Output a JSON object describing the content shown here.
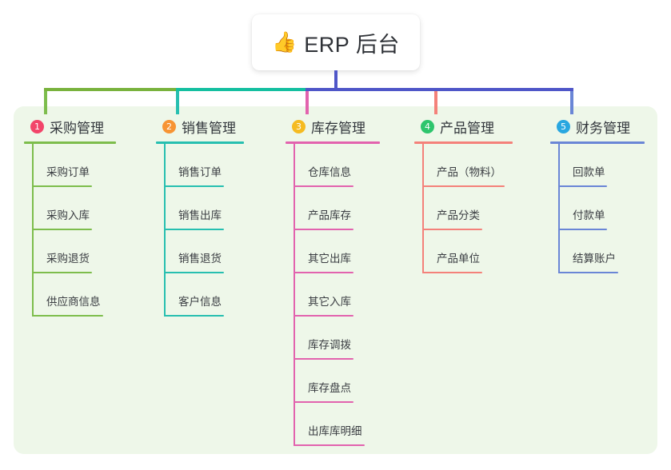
{
  "root": {
    "emoji": "👍",
    "emoji_name": "thumbs-up-icon",
    "title": "ERP 后台"
  },
  "colors": {
    "panel_background": "#eef7e9",
    "root_stem": "#4f56c8",
    "bar_green": "#79b23d",
    "bar_teal": "#14bfa0",
    "bar_blue": "#4f56c8"
  },
  "columns": [
    {
      "number": "1",
      "title": "采购管理",
      "badge_color": "#f2456a",
      "line_color": "#7dbd4c",
      "items": [
        {
          "label": "采购订单"
        },
        {
          "label": "采购入库"
        },
        {
          "label": "采购退货"
        },
        {
          "label": "供应商信息"
        }
      ]
    },
    {
      "number": "2",
      "title": "销售管理",
      "badge_color": "#f79434",
      "line_color": "#27bfb0",
      "items": [
        {
          "label": "销售订单"
        },
        {
          "label": "销售出库"
        },
        {
          "label": "销售退货"
        },
        {
          "label": "客户信息"
        }
      ]
    },
    {
      "number": "3",
      "title": "库存管理",
      "badge_color": "#f5bb21",
      "line_color": "#e263ae",
      "items": [
        {
          "label": "仓库信息"
        },
        {
          "label": "产品库存"
        },
        {
          "label": "其它出库"
        },
        {
          "label": "其它入库"
        },
        {
          "label": "库存调拨"
        },
        {
          "label": "库存盘点"
        },
        {
          "label": "出库库明细"
        }
      ]
    },
    {
      "number": "4",
      "title": "产品管理",
      "badge_color": "#2ec56d",
      "line_color": "#f4817a",
      "items": [
        {
          "label": "产品（物料）"
        },
        {
          "label": "产品分类"
        },
        {
          "label": "产品单位"
        }
      ]
    },
    {
      "number": "5",
      "title": "财务管理",
      "badge_color": "#29a7e0",
      "line_color": "#6a86d6",
      "items": [
        {
          "label": "回款单"
        },
        {
          "label": "付款单"
        },
        {
          "label": "结算账户"
        }
      ]
    }
  ]
}
